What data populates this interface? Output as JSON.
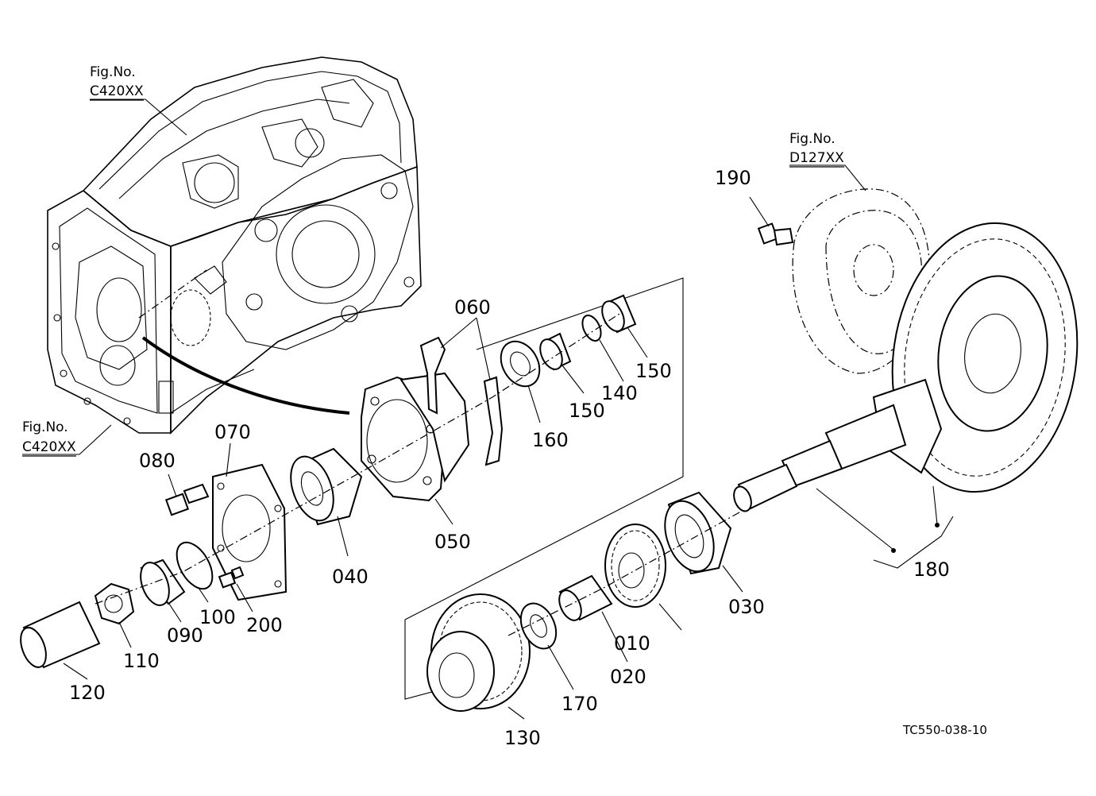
{
  "figure_refs": [
    {
      "prefix": "Fig.No.",
      "code": "C420XX"
    },
    {
      "prefix": "Fig.No.",
      "code": "C420XX"
    },
    {
      "prefix": "Fig.No.",
      "code": "D127XX"
    }
  ],
  "parts": [
    "010",
    "020",
    "030",
    "040",
    "050",
    "060",
    "070",
    "080",
    "090",
    "100",
    "110",
    "120",
    "130",
    "140",
    "150",
    "150",
    "160",
    "170",
    "180",
    "190",
    "200"
  ],
  "drawing_code": "TC550-038-10"
}
